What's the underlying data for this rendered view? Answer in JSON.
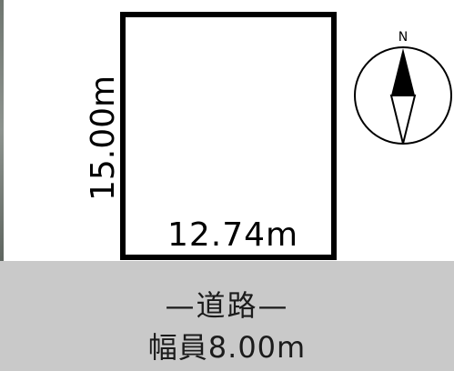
{
  "plan": {
    "width_label": "12.74m",
    "depth_label": "15.00m"
  },
  "road": {
    "title": "—道路—",
    "width_label": "幅員8.00m"
  },
  "compass": {
    "north_label": "N"
  }
}
